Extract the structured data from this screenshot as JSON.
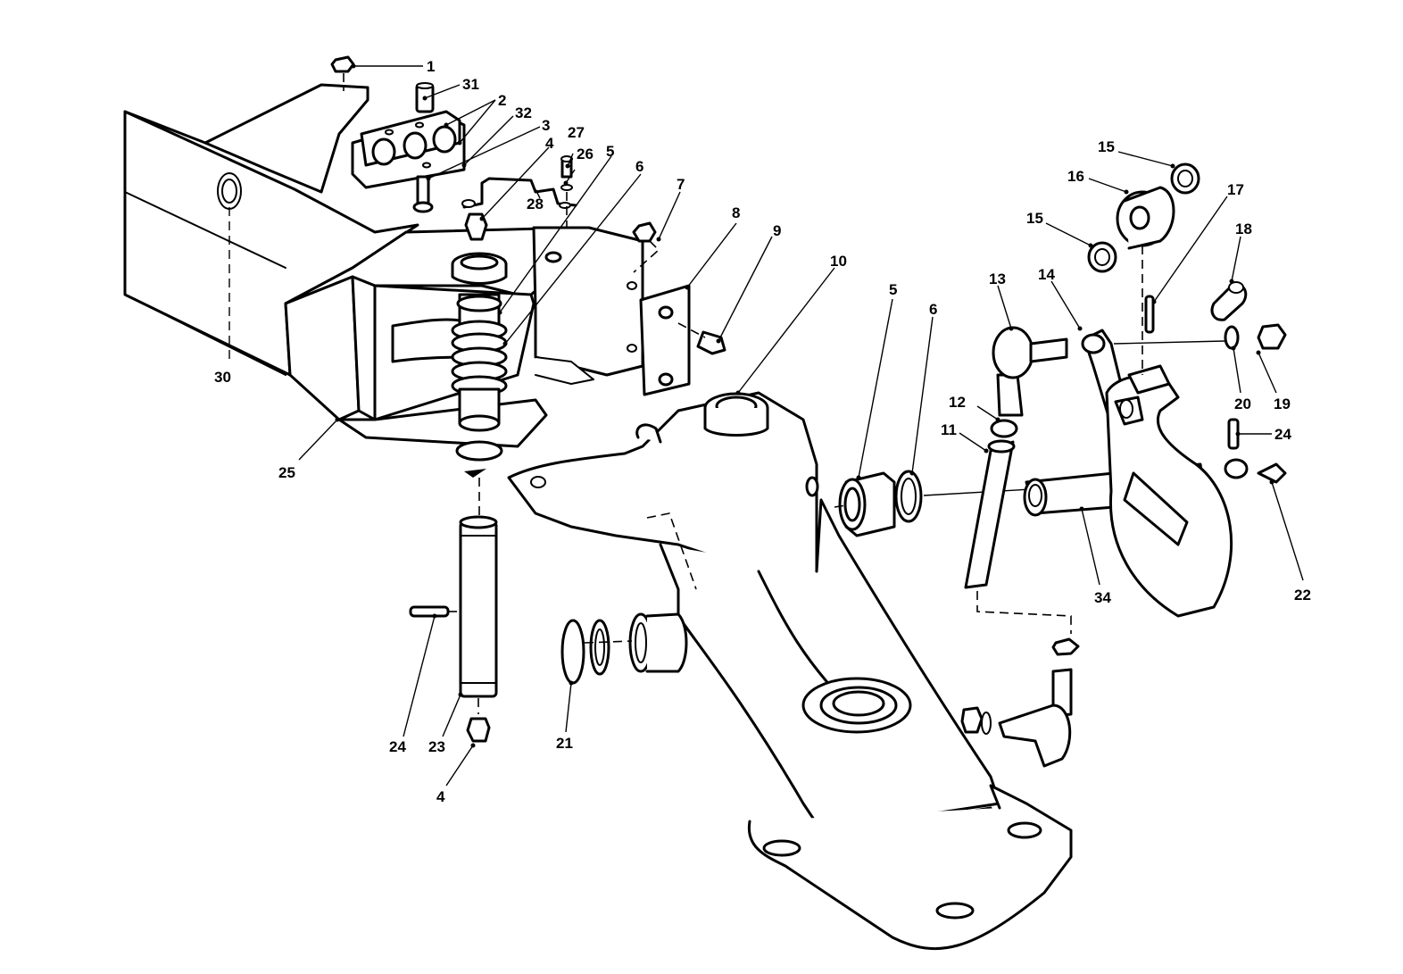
{
  "diagram": {
    "callouts": {
      "c1": "1",
      "c31": "31",
      "c2": "2",
      "c32": "32",
      "c3": "3",
      "c4top": "4",
      "c27": "27",
      "c26": "26",
      "c5left": "5",
      "c6left": "6",
      "c28": "28",
      "c7": "7",
      "c8": "8",
      "c9": "9",
      "c10": "10",
      "c30": "30",
      "c25": "25",
      "c5right": "5",
      "c6right": "6",
      "c13": "13",
      "c14": "14",
      "c15top": "15",
      "c16": "16",
      "c15mid": "15",
      "c17": "17",
      "c18": "18",
      "c12": "12",
      "c11": "11",
      "c20": "20",
      "c19": "19",
      "c24right": "24",
      "c22": "22",
      "c34": "34",
      "c24left": "24",
      "c23": "23",
      "c21": "21",
      "c4bottom": "4"
    }
  }
}
